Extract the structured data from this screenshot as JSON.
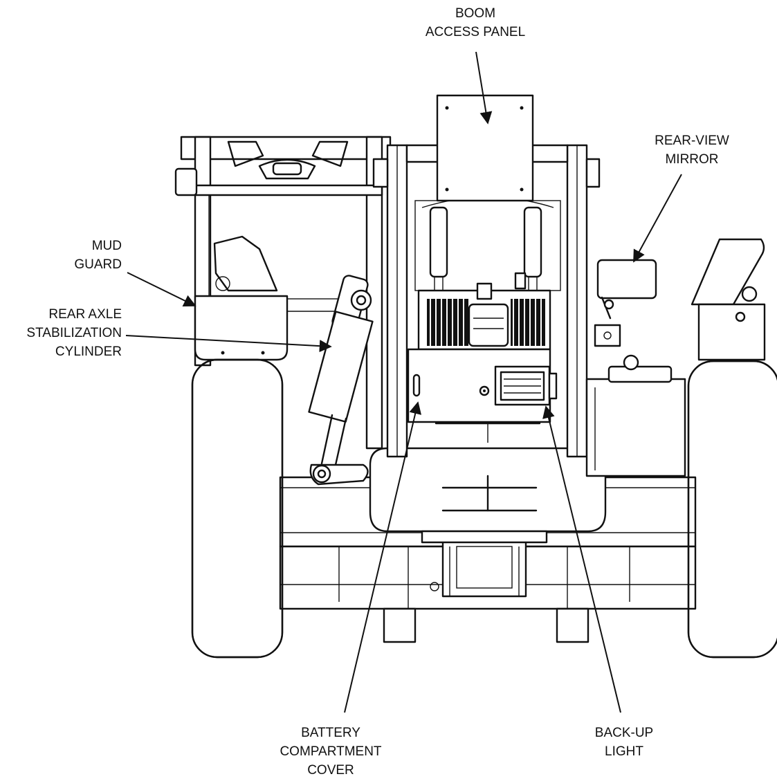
{
  "labels": {
    "boom_access_panel": [
      "BOOM",
      "ACCESS PANEL"
    ],
    "rear_view_mirror": [
      "REAR-VIEW",
      "MIRROR"
    ],
    "mud_guard": [
      "MUD",
      "GUARD"
    ],
    "rear_axle_stabilization_cylinder": [
      "REAR AXLE",
      "STABILIZATION",
      "CYLINDER"
    ],
    "battery_compartment_cover": [
      "BATTERY",
      "COMPARTMENT",
      "COVER"
    ],
    "back_up_light": [
      "BACK-UP",
      "LIGHT"
    ]
  },
  "colors": {
    "line": "#111111",
    "background": "#ffffff"
  }
}
